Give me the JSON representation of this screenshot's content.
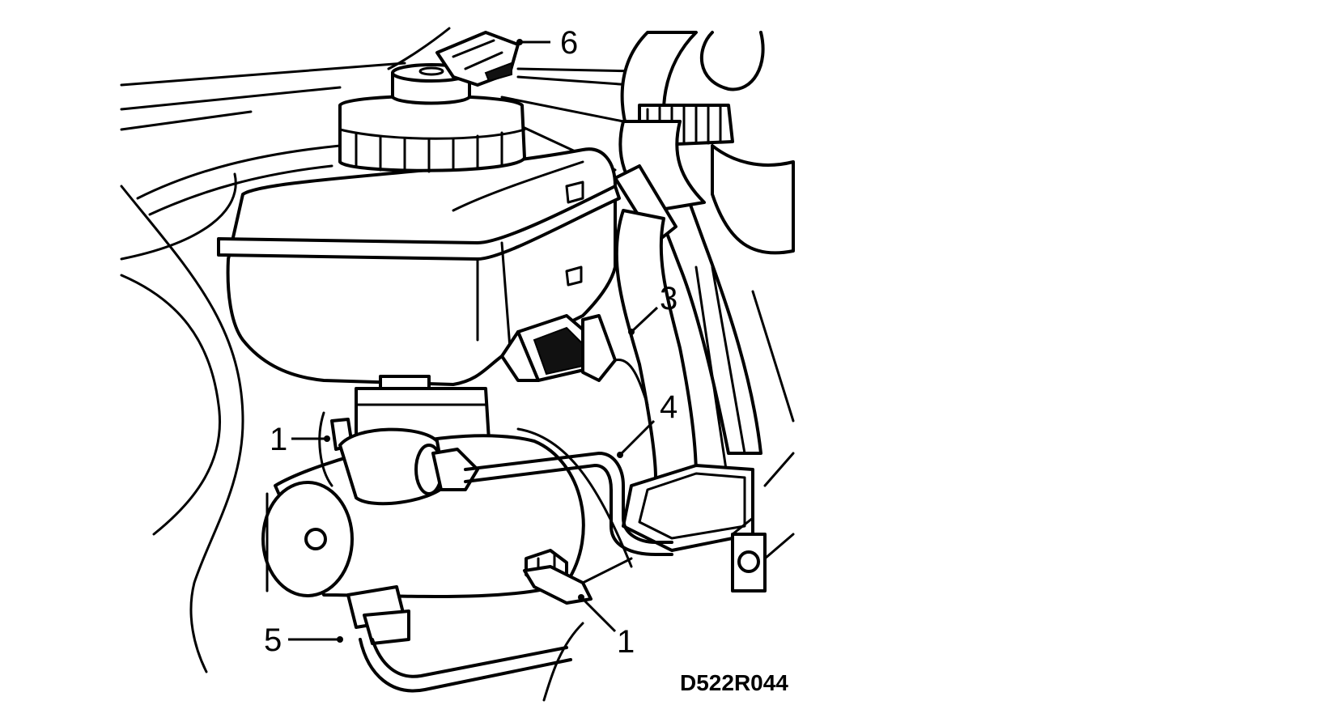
{
  "callouts": [
    {
      "id": "c6",
      "label": "6"
    },
    {
      "id": "c3",
      "label": "3"
    },
    {
      "id": "c4",
      "label": "4"
    },
    {
      "id": "c1a",
      "label": "1"
    },
    {
      "id": "c1b",
      "label": "1"
    },
    {
      "id": "c5",
      "label": "5"
    }
  ],
  "figure_code": "D522R044"
}
